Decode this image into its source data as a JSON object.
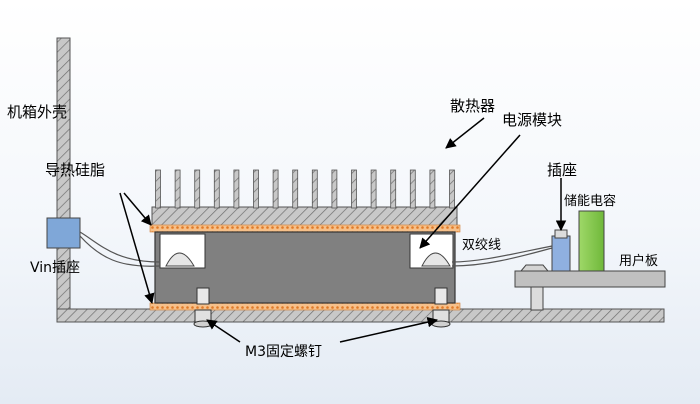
{
  "labels": {
    "enclosure": "机箱外壳",
    "thermal_grease": "导热硅脂",
    "vin_connector": "Vin插座",
    "heatsink": "散热器",
    "power_module": "电源模块",
    "connector": "插座",
    "storage_capacitor": "储能电容",
    "twisted_pair": "双绞线",
    "user_board": "用户板",
    "m3_screw": "M3固定螺钉"
  },
  "colors": {
    "metal": "#b4b4b4",
    "metal_dark": "#8c8c8c",
    "module_body": "#808080",
    "grease": "#f2a05a",
    "vin_box": "#7fa7d8",
    "capacitor": "#80c844",
    "connector": "#8fb0e0"
  }
}
